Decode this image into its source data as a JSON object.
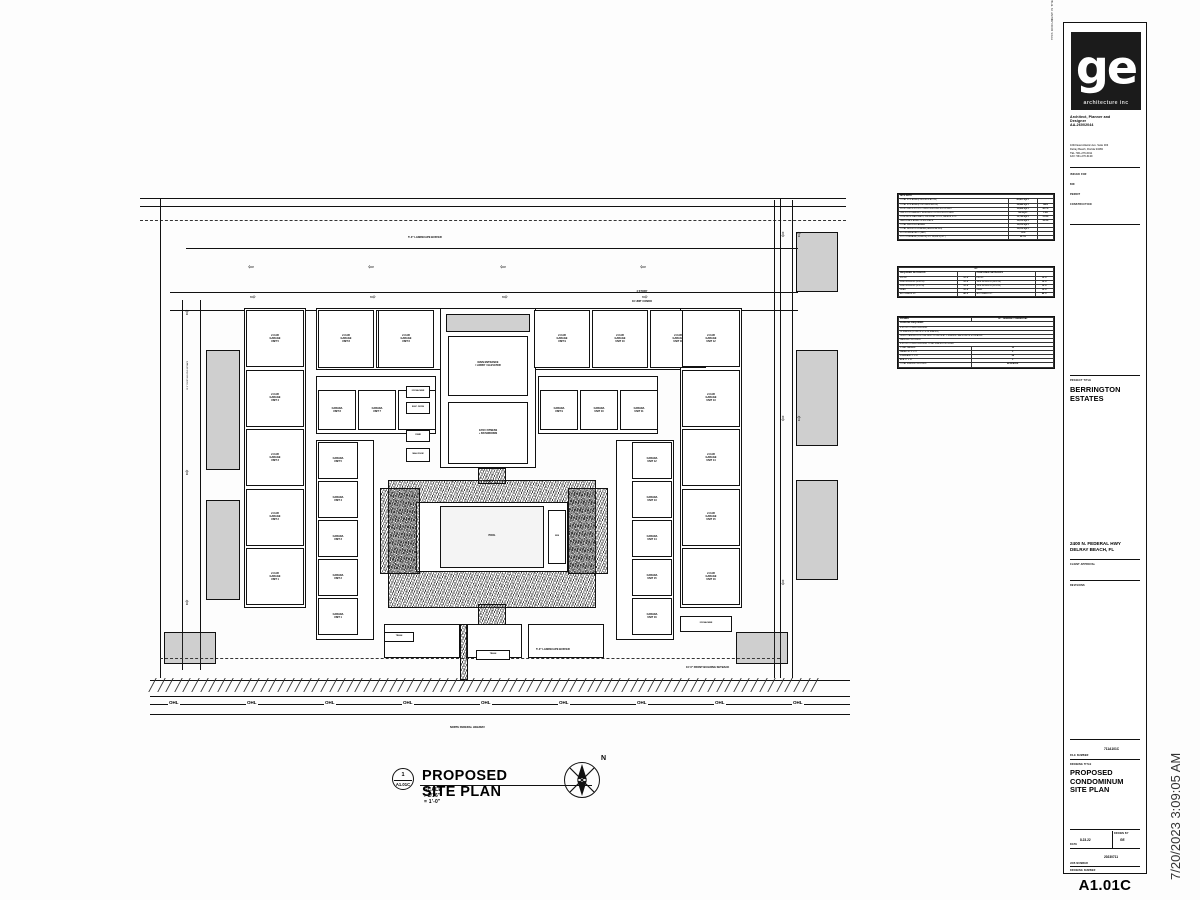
{
  "sheet": {
    "plot_timestamp": "7/20/2023 3:09:05 AM",
    "copyright_note": "THIS DOCUMENT IS THE PROPERTY OF GE ARCHITECTURE INC. ALL RIGHTS ARE RESERVED AND ANY REPRODUCTION OR OTHER USE OF THIS DOCUMENT WITHOUT THE WRITTEN PERMISSION OF GE ARCHITECTURE INC. IS PROHIBITED."
  },
  "titleblock": {
    "logo_text": "ge",
    "logo_sub": "architecture inc",
    "firm_line1": "Architect, Planner and",
    "firm_line2": "Designer",
    "license": "AA-26002044",
    "address1": "1040 East Atlantic Ave. Suite 303",
    "address2": "Delray Beach, Florida   33483",
    "tel": "TEL: 561-276-6011",
    "fax": "FAX: 561-276-6139",
    "issued_for_caption": "ISSUED FOR",
    "issued_items": [
      "BID",
      "PERMIT",
      "CONSTRUCTION"
    ],
    "project_title_caption": "PROJECT TITLE",
    "project_title_line1": "BERRINGTON",
    "project_title_line2": "ESTATES",
    "project_address_line1": "2400 N. FEDERAL HWY",
    "project_address_line2": "DELRAY BEACH, FL",
    "client_approval_caption": "CLIENT APPROVAL",
    "revisions_caption": "REVISIONS",
    "file_number_caption": "FILE NUMBER",
    "file_number": "711A101C",
    "drawing_title_caption": "DRAWING TITLE",
    "drawing_title_line1": "PROPOSED",
    "drawing_title_line2": "CONDOMINUM",
    "drawing_title_line3": "SITE PLAN",
    "date_caption": "DATE",
    "date_value": "8.23.22",
    "drawn_by_caption": "DRAWN BY",
    "drawn_by_value": "GE",
    "job_number_caption": "JOB NUMBER",
    "job_number_value": "20230711",
    "drawing_number_caption": "DRAWING NUMBER",
    "drawing_number_value": "A1.01C"
  },
  "site_data_table": {
    "title": "SITE DATA",
    "col_headers": [
      "",
      "AREA/ SQFT.",
      "%"
    ],
    "rows": [
      [
        "TOTAL SITE AREA (PRE-DEDICATION)",
        "41,861 SQFT.",
        ""
      ],
      [
        "TOTAL SITE AREA (POST-DEDICATION)",
        "39,848 SQFT.",
        "100%"
      ],
      [
        "PROPOSED 4-STORY CONDO BUILDING FOOTPRINT",
        "10,668 SQFT.",
        "26.7%"
      ],
      [
        "ONE STORY AMENITY BUILDING / OUTDOOR KITCHEN",
        "768 SQFT.",
        "1.9%"
      ],
      [
        "CONCRETE WALKWAYS, DRIVEWAY, POOL, PAVERS, ETC.",
        "12,736 SQFT.",
        "31.9%"
      ],
      [
        "LANDSCAPE AREA / OPEN SPACE",
        "15,676 SQFT.",
        "39.3%"
      ],
      [
        "TOTAL PERVIOUS AREAS",
        "15,676 SQFT.",
        ""
      ],
      [
        "TOTAL IMPERVIOUS AREA (LANDSCAPING)",
        "15,676 SQFT.",
        ""
      ],
      [
        "FLOOR AREA RATIO (FAR)",
        "1.6%",
        ""
      ],
      [
        "LOT COVERAGE (10,668 SQ.FT./ 39,848 SQ.FT.)",
        "26.7%",
        ""
      ]
    ]
  },
  "setbacks_table": {
    "zoning_code": "GC",
    "left_header": "REQUIRED SETBACKS",
    "right_header": "PROPOSED SETBACKS",
    "rows": [
      [
        "FRONT",
        "10'-0\"",
        "FRONT",
        "10'-0\""
      ],
      [
        "SIDE INTERIOR (NORTH)",
        "10'-0\"",
        "SIDE INTERIOR (NORTH)",
        "10'-0\""
      ],
      [
        "SIDE INTERIOR (SOUTH)",
        "10'-0\"",
        "SIDE INTERIOR (SOUTH)",
        "10'-0\""
      ],
      [
        "REAR",
        "10'-0\"",
        "REAR",
        "10'-0\""
      ],
      [
        "ALLOWABLE HT.",
        "48'-0\"",
        "ALLOWABLE HT.",
        "48'-0\""
      ]
    ]
  },
  "zoning_table": {
    "title": "ZONING",
    "designation": "GC - GENERAL COMMERCIAL",
    "parking_caption": "PARKING REQUIRED:",
    "parking_lines": [
      "4-STORY CONDO BUILDING",
      "16 SPACES (16 UNITS x 1 = 16 SPACES)",
      "GUEST PARKING FOR THE FIRST 20 UNITS AT .5 SPACES / EACH UNITS = 8 SPACES",
      "PARKING PROVIDED:",
      "4-STORY CONDO BUILDING TOTAL SPACES PROVIDED"
    ],
    "space_rows": [
      [
        "2-CAR GARAGE",
        "16"
      ],
      [
        "PARALLEL   9' x 23'",
        "2"
      ],
      [
        "STANDARD   9' x 18'",
        "24"
      ],
      [
        "ADA   12' x 18'",
        "2"
      ],
      [
        "TOTAL SPACES PROVIDED",
        "44 SPACES"
      ]
    ]
  },
  "plan": {
    "title": "PROPOSED SITE PLAN",
    "scale": "SCALE : 1/16\" = 1'-0\"",
    "detail_number": "1",
    "detail_sheet": "A1.01C",
    "north_label": "N",
    "building_label_line1": "4 STORY",
    "building_label_line2": "16 UNIT CONDO",
    "building_label_line3": "BUILDING",
    "street_label": "NORTH FEDERAL HIGHWAY",
    "ohl_label": "OHL",
    "landscape_buffer_top": "5'-0\" LANDSCAPE BUFFER",
    "landscape_buffer_bottom": "5'-0\" LANDSCAPE BUFFER",
    "setback_note_left": "10'-0\" FRONT BUILDING SETBACK",
    "setback_note_bottom": "10'-0\" FRONT BUILDING SETBACK",
    "amenity_label_line1": "GYM / FITNESS",
    "amenity_label_line2": "+ BATHROOMS",
    "lobby_label_line1": "MAIN ENTRANCE",
    "lobby_label_line2": "/ LOBBY / ELEVATOR",
    "pool_label": "POOL",
    "spa_label": "SPA",
    "trash_label": "TRASH",
    "trash_label2": "TRASH",
    "garage_prefix": "2-CAR",
    "garage_word": "GARAGE",
    "cabana_word": "CABANA",
    "unit_word": "UNIT",
    "garages_left": [
      "5",
      "4",
      "3",
      "2",
      "1"
    ],
    "garages_top": [
      "8",
      "7",
      "6",
      "9",
      "10",
      "11"
    ],
    "garages_right": [
      "12",
      "13",
      "14",
      "15",
      "16"
    ],
    "cabanas_left": [
      "5",
      "4",
      "3",
      "2",
      "1"
    ],
    "cabanas_top": [
      "8",
      "7",
      "6",
      "9",
      "10",
      "11"
    ],
    "cabanas_right": [
      "12",
      "13",
      "14",
      "15",
      "16"
    ],
    "ice_machine": "ICE MACHINE",
    "elec_room": "ELEC. ROOM",
    "stair_label": "STAIR",
    "mail_label": "MAIL ROOM"
  }
}
